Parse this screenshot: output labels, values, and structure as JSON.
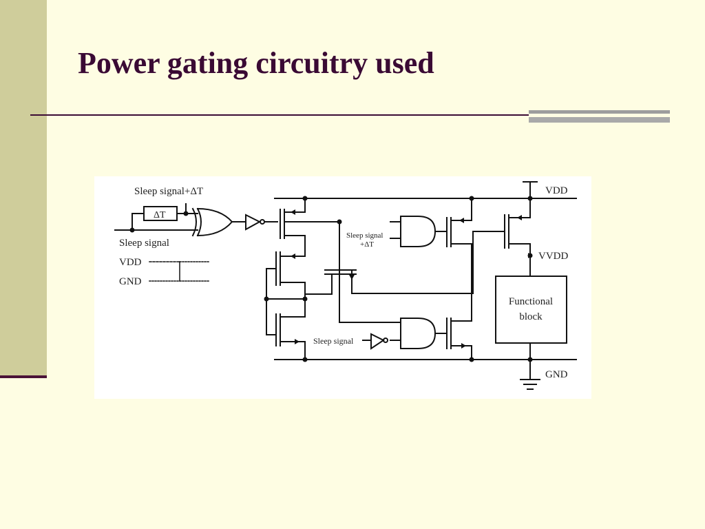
{
  "slide": {
    "title": "Power gating circuitry used"
  },
  "diagram": {
    "labels": {
      "sleep_signal_delta_top": "Sleep signal+ΔT",
      "delay_box": "ΔT",
      "sleep_signal_left": "Sleep signal",
      "vdd_legend": "VDD",
      "gnd_legend": "GND",
      "and_sleep_line1": "Sleep signal",
      "and_sleep_line2": "+ΔT",
      "sleep_signal_bottom": "Sleep signal",
      "vdd_rail": "VDD",
      "vvdd": "VVDD",
      "gnd_rail": "GND",
      "functional_line1": "Functional",
      "functional_line2": "block"
    }
  }
}
